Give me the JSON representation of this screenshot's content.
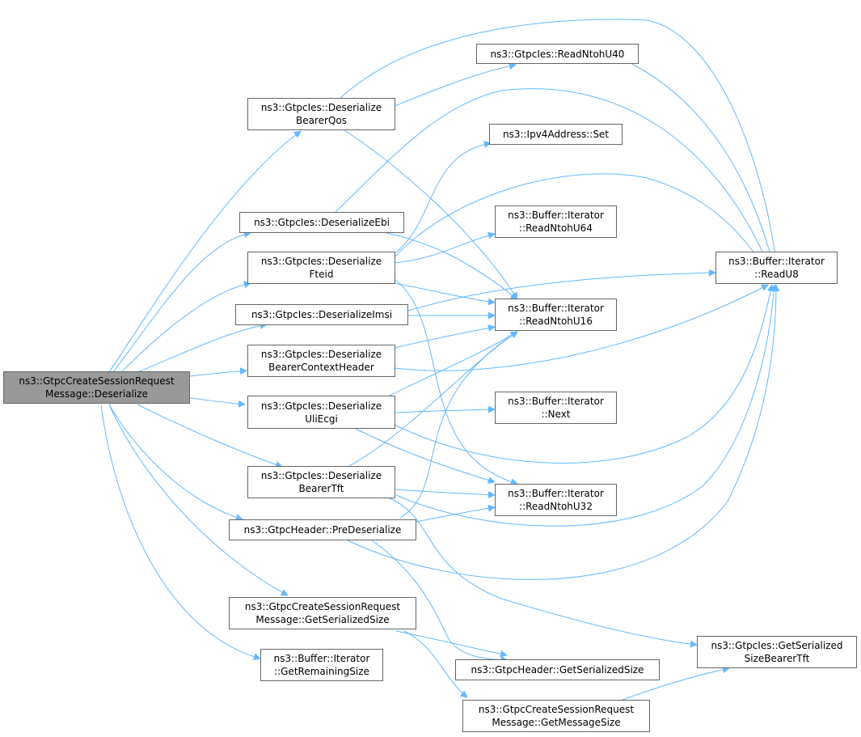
{
  "graph": {
    "edge_color": "#63b8ff",
    "root_fill": "#999999",
    "node_border": "#666666",
    "nodes": {
      "root": [
        "ns3::GtpcCreateSessionRequest",
        "Message::Deserialize"
      ],
      "deserialize_bearer_qos": [
        "ns3::GtpcIes::Deserialize",
        "BearerQos"
      ],
      "read_ntoh_u40": [
        "ns3::GtpcIes::ReadNtohU40"
      ],
      "ipv4_set": [
        "ns3::Ipv4Address::Set"
      ],
      "deserialize_ebi": [
        "ns3::GtpcIes::DeserializeEbi"
      ],
      "read_ntoh_u64": [
        "ns3::Buffer::Iterator",
        "::ReadNtohU64"
      ],
      "deserialize_fteid": [
        "ns3::GtpcIes::Deserialize",
        "Fteid"
      ],
      "read_u8": [
        "ns3::Buffer::Iterator",
        "::ReadU8"
      ],
      "deserialize_imsi": [
        "ns3::GtpcIes::DeserializeImsi"
      ],
      "read_ntoh_u16": [
        "ns3::Buffer::Iterator",
        "::ReadNtohU16"
      ],
      "deserialize_bearer_context_header": [
        "ns3::GtpcIes::Deserialize",
        "BearerContextHeader"
      ],
      "deserialize_uli_ecgi": [
        "ns3::GtpcIes::Deserialize",
        "UliEcgi"
      ],
      "next": [
        "ns3::Buffer::Iterator",
        "::Next"
      ],
      "deserialize_bearer_tft": [
        "ns3::GtpcIes::Deserialize",
        "BearerTft"
      ],
      "read_ntoh_u32": [
        "ns3::Buffer::Iterator",
        "::ReadNtohU32"
      ],
      "pre_deserialize": [
        "ns3::GtpcHeader::PreDeserialize"
      ],
      "get_serialized_size_msg": [
        "ns3::GtpcCreateSessionRequest",
        "Message::GetSerializedSize"
      ],
      "get_serialized_size_bearer_tft": [
        "ns3::GtpcIes::GetSerialized",
        "SizeBearerTft"
      ],
      "get_remaining_size": [
        "ns3::Buffer::Iterator",
        "::GetRemainingSize"
      ],
      "gtpc_header_get_serialized_size": [
        "ns3::GtpcHeader::GetSerializedSize"
      ],
      "get_message_size": [
        "ns3::GtpcCreateSessionRequest",
        "Message::GetMessageSize"
      ]
    }
  }
}
